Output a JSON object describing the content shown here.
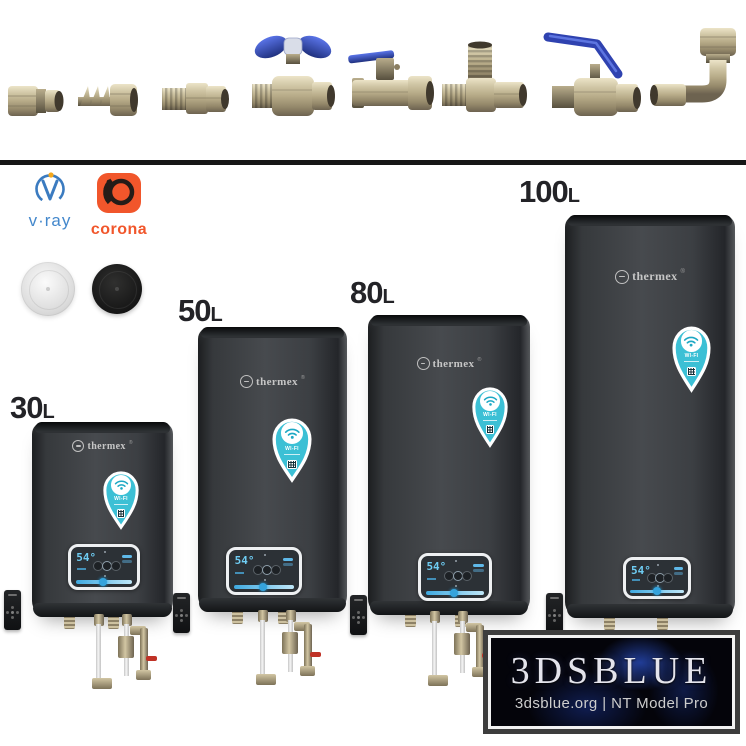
{
  "fittings": {
    "items": [
      {
        "name": "compression-coupling"
      },
      {
        "name": "hose-barb-union"
      },
      {
        "name": "straight-union"
      },
      {
        "name": "ball-valve-butterfly-handle"
      },
      {
        "name": "safety-relief-valve"
      },
      {
        "name": "tee-fitting"
      },
      {
        "name": "ball-valve-lever-handle"
      },
      {
        "name": "elbow-90-fitting"
      }
    ]
  },
  "renderers": {
    "vray_label": "v·ray",
    "corona_label": "corona"
  },
  "materials": {
    "items": [
      {
        "name": "white-round-cover"
      },
      {
        "name": "black-round-cover"
      }
    ]
  },
  "brand": {
    "name": "thermex",
    "mark": "®"
  },
  "wifi": {
    "label": "WI-FI"
  },
  "display": {
    "temp": "54°"
  },
  "heaters": [
    {
      "capacity": "30",
      "unit": "L"
    },
    {
      "capacity": "50",
      "unit": "L"
    },
    {
      "capacity": "80",
      "unit": "L"
    },
    {
      "capacity": "100",
      "unit": "L"
    }
  ],
  "watermark": {
    "title": "3DSBLUE",
    "subtitle": "3dsblue.org | NT Model Pro"
  },
  "colors": {
    "teal": "#3cc0d5",
    "display_blue": "#6fcdf4",
    "corona_orange": "#f1562b",
    "vray_blue": "#4488cc",
    "brass": "#b3a88c",
    "heater_body": "#3e4144",
    "handle_blue": "#2f42b0"
  }
}
